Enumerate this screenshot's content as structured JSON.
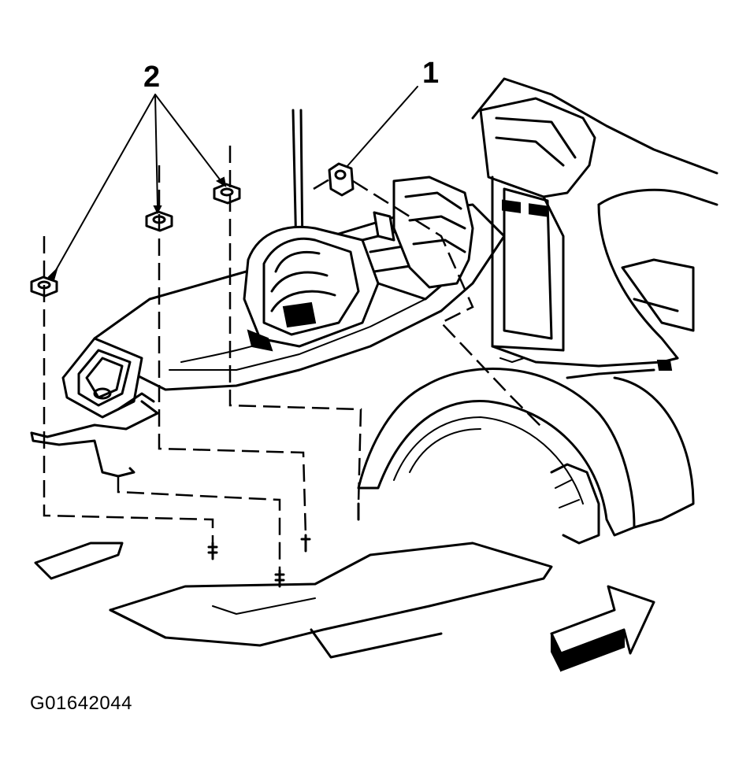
{
  "callouts": [
    {
      "id": "callout-1",
      "label": "1"
    },
    {
      "id": "callout-2",
      "label": "2"
    }
  ],
  "figure_id": "G01642044",
  "icons": {
    "direction_arrow": "forward-arrow-icon"
  }
}
